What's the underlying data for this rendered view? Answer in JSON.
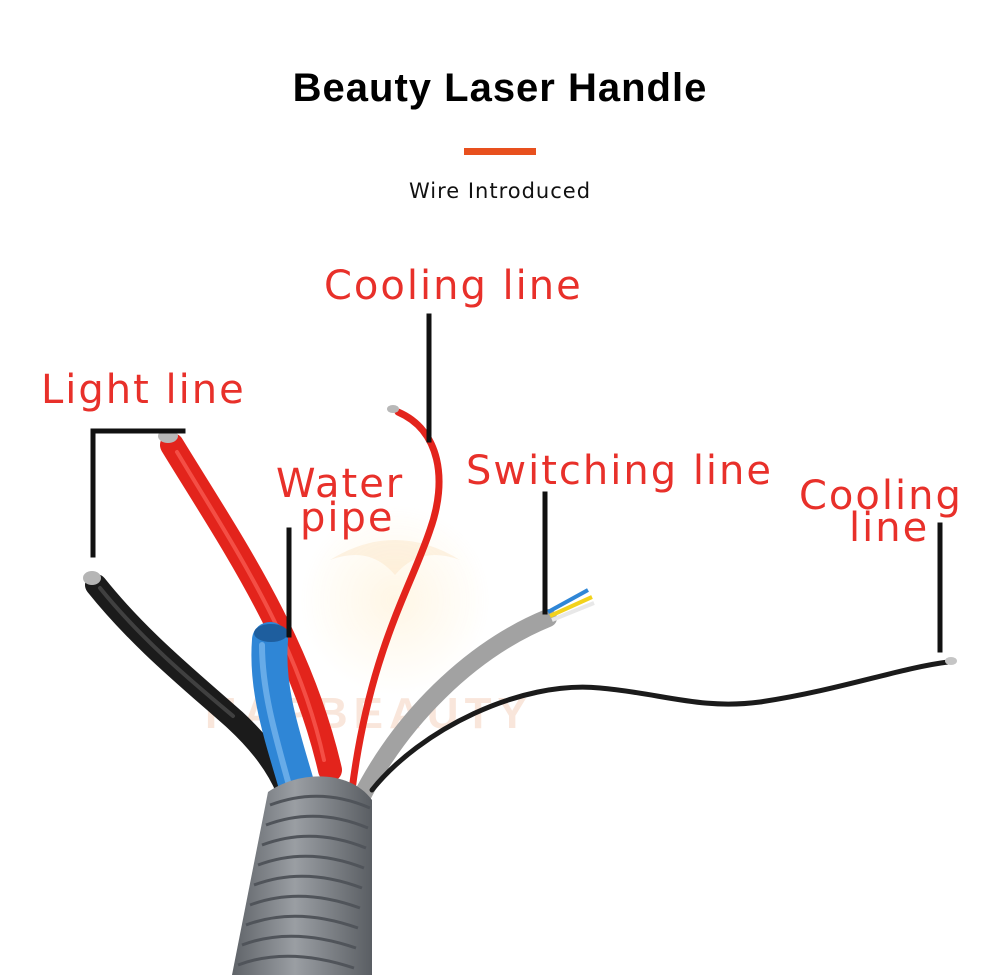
{
  "header": {
    "title": "Beauty Laser Handle",
    "subtitle": "Wire Introduced"
  },
  "labels": {
    "cooling_line_top": "Cooling line",
    "light_line": "Light line",
    "water_pipe_1": "Water",
    "water_pipe_2": "pipe",
    "switching_line": "Switching line",
    "cooling_line_right_1": "Cooling",
    "cooling_line_right_2": "line"
  },
  "watermark": {
    "text": "HAPBEAUTY"
  },
  "colors": {
    "label_red": "#e8302a",
    "accent_orange": "#e8501e",
    "leader_line": "#111111",
    "red_wire": "#e3241c",
    "blue_pipe": "#2f86d6",
    "black_wire": "#1b1b1b",
    "grey_cable": "#9a9a9a",
    "conduit_grey": "#7d8186"
  }
}
